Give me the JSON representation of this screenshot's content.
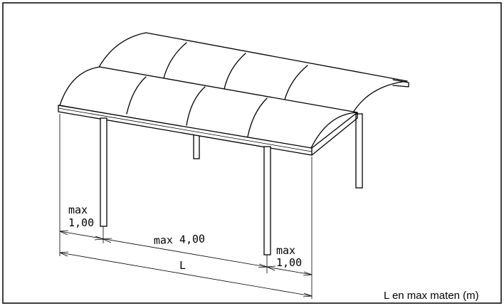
{
  "dimensions": {
    "left_overhang": {
      "line1": "max",
      "line2": "1,00"
    },
    "span": "max 4,00",
    "right_overhang": {
      "line1": "max",
      "line2": "1,00"
    },
    "total_length": "L"
  },
  "caption": "L en max maten (m)"
}
